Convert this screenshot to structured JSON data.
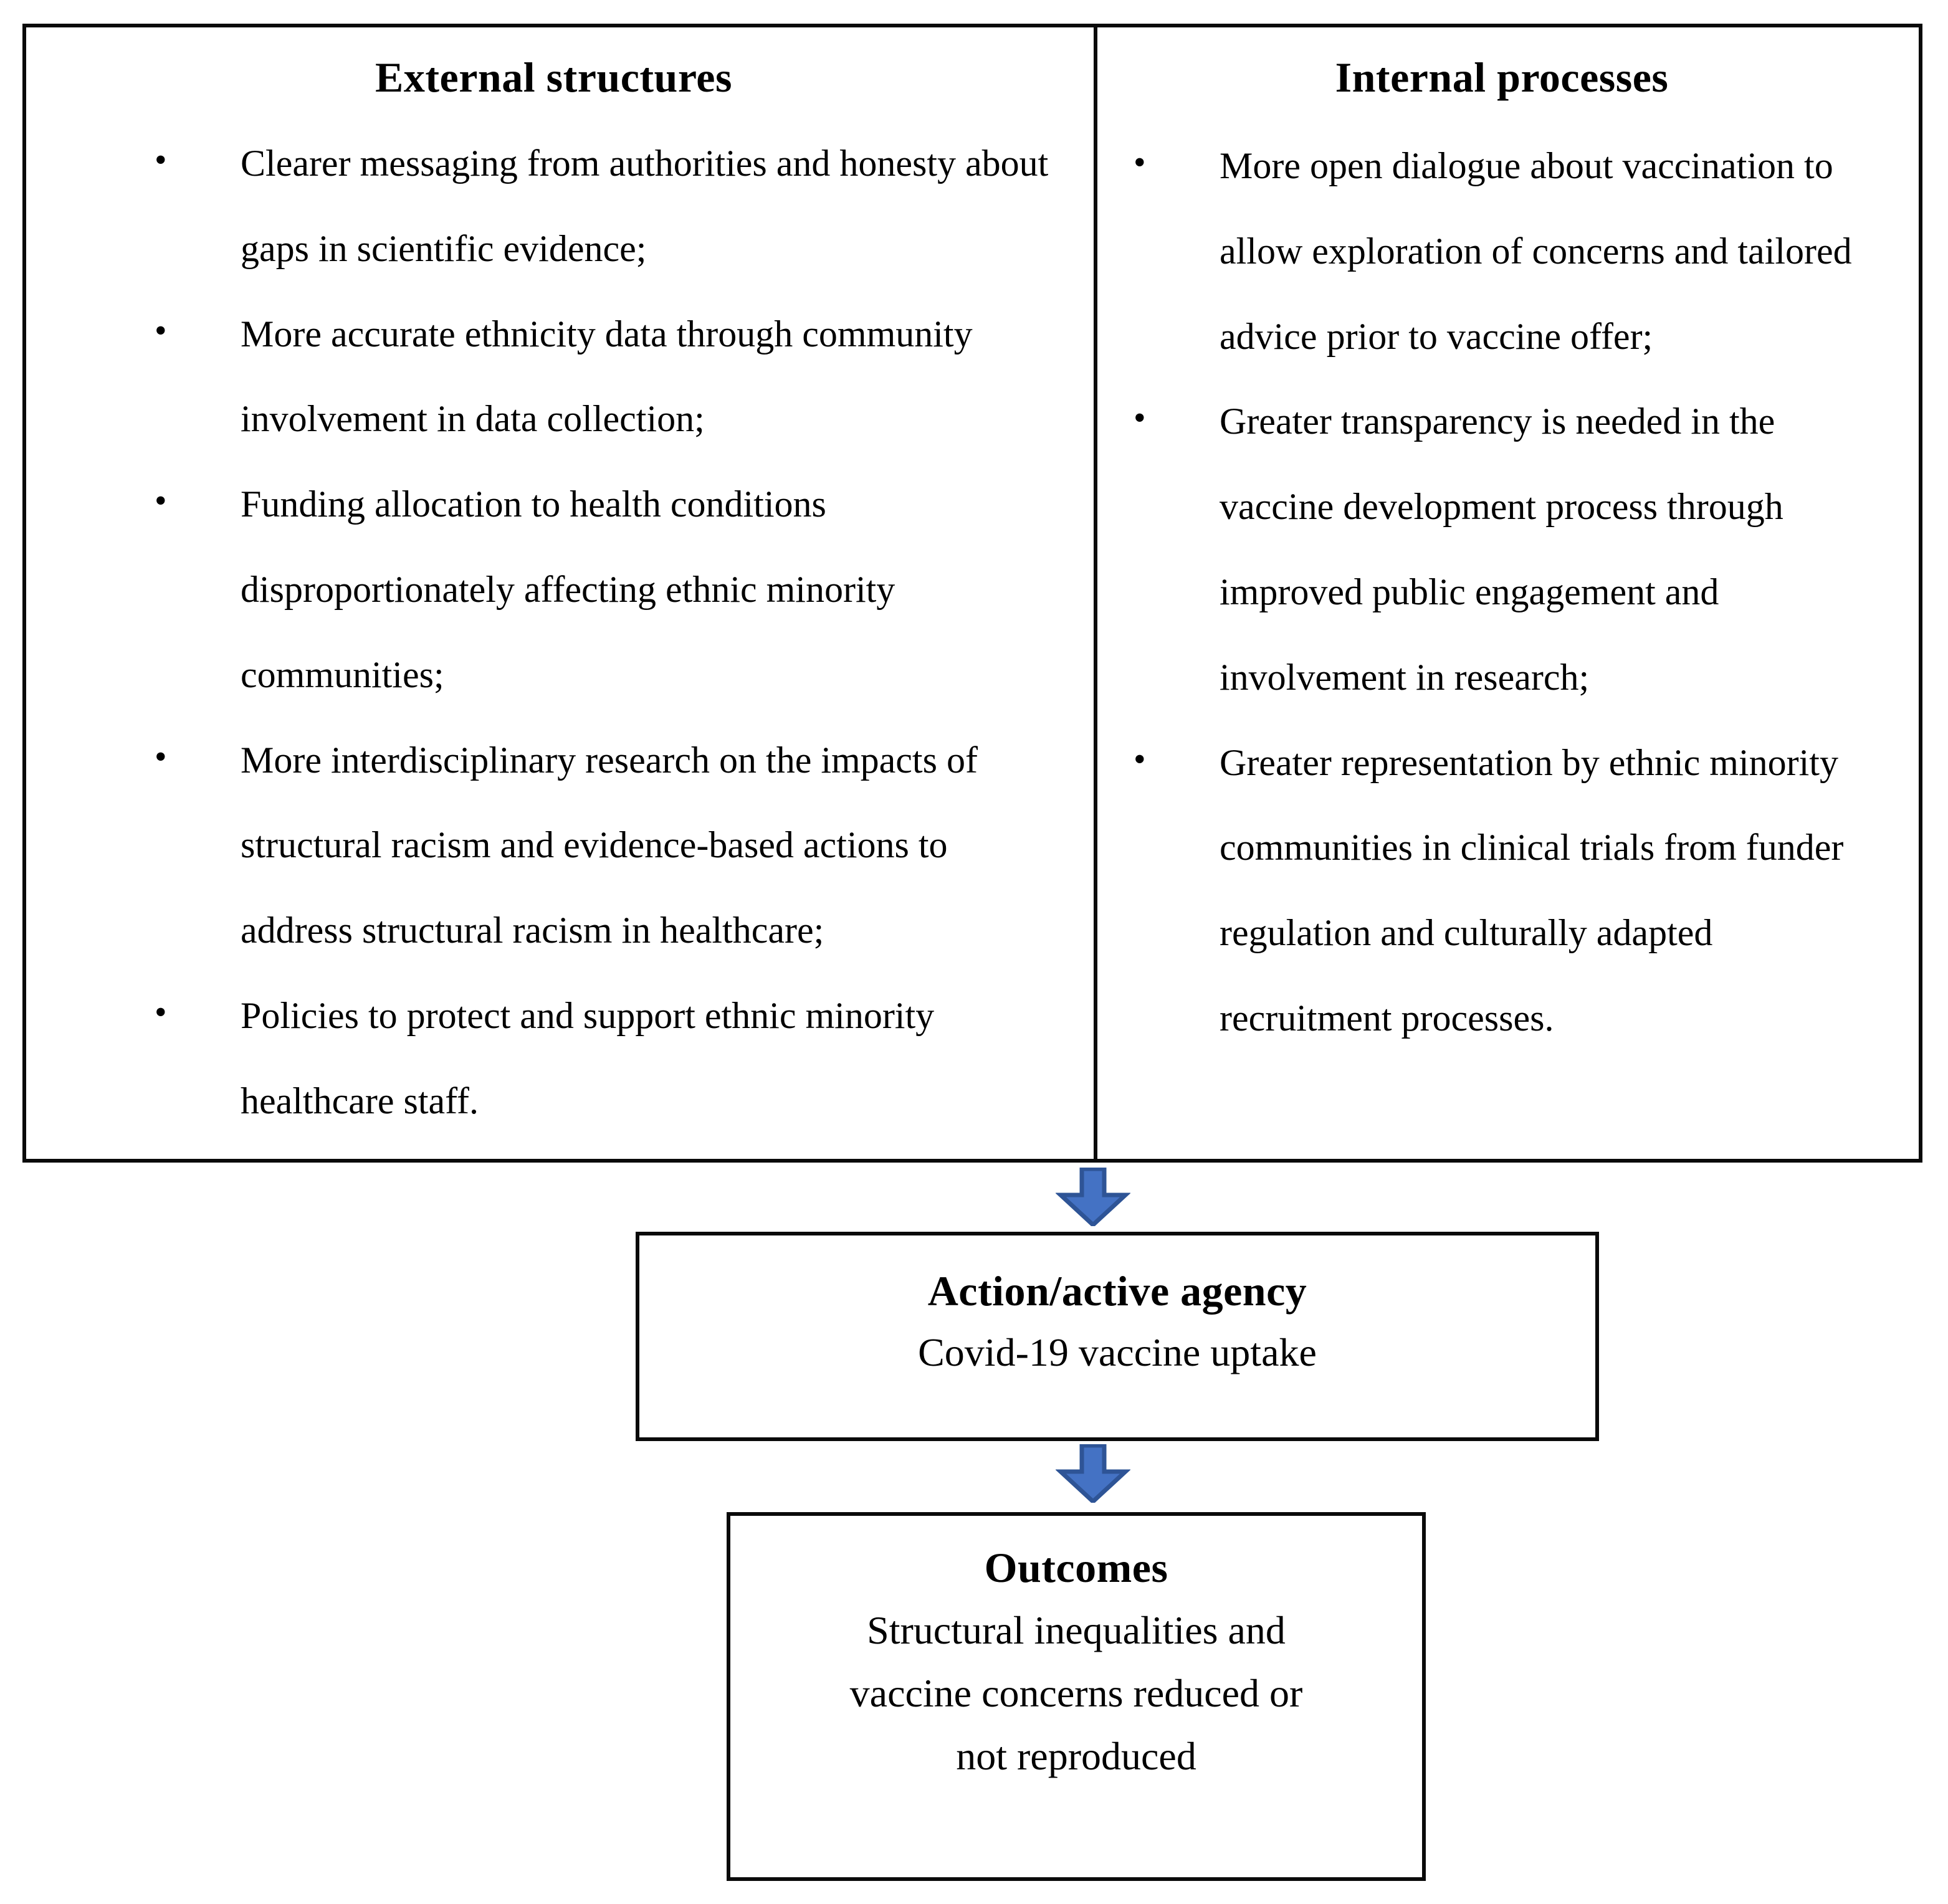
{
  "diagram": {
    "columns": [
      {
        "title": "External structures",
        "bullets": [
          "Clearer messaging from authorities and honesty about gaps in scientific evidence;",
          "More accurate ethnicity data through community involvement in data collection;",
          "Funding allocation to health conditions disproportionately affecting ethnic minority communities;",
          "More interdisciplinary research on the impacts of structural racism and evidence-based actions to address structural racism in healthcare;",
          "Policies to protect and support ethnic minority healthcare staff."
        ]
      },
      {
        "title": "Internal processes",
        "bullets": [
          "More open dialogue about vaccination to allow exploration of concerns and tailored advice prior to vaccine offer;",
          "Greater transparency is needed in the vaccine development process through improved public engagement and involvement in research;",
          "Greater representation by ethnic minority communities in clinical trials from funder regulation and culturally adapted recruitment processes."
        ]
      }
    ],
    "action_box": {
      "title": "Action/active agency",
      "line1": "Covid-19 vaccine uptake"
    },
    "outcomes_box": {
      "title": "Outcomes",
      "line1": "Structural inequalities and",
      "line2": "vaccine concerns reduced or",
      "line3": "not reproduced"
    },
    "arrows": {
      "top_label": "down-arrow",
      "bottom_label": "down-arrow"
    },
    "colors": {
      "arrow_fill": "#4472C4",
      "arrow_stroke": "#2E5496",
      "border": "#0A0A0A",
      "text": "#000000",
      "background": "#FFFFFF"
    }
  }
}
